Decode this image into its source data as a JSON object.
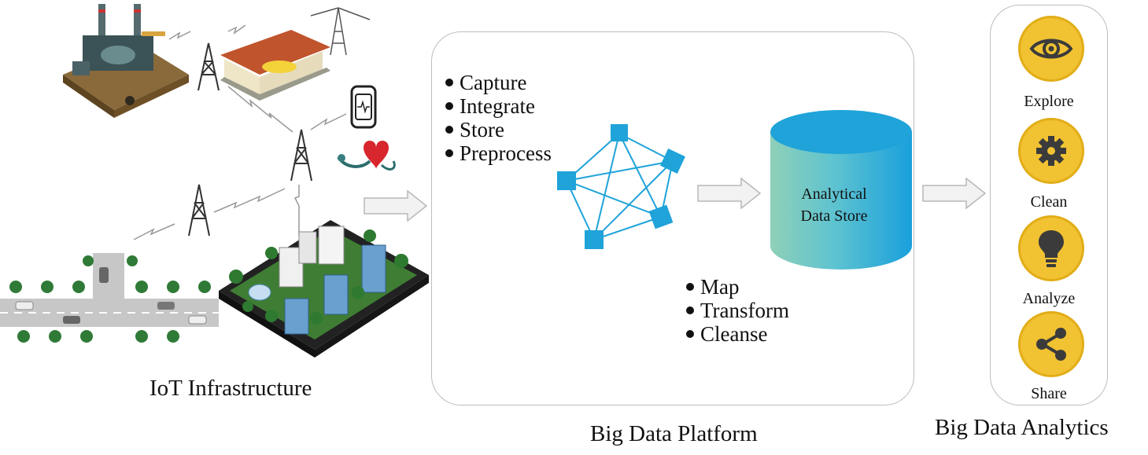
{
  "iot": {
    "caption": "IoT Infrastructure"
  },
  "platform": {
    "caption": "Big Data Platform",
    "ingest_steps": [
      "Capture",
      "Integrate",
      "Store",
      "Preprocess"
    ],
    "process_steps": [
      "Map",
      "Transform",
      "Cleanse"
    ],
    "store_label_line1": "Analytical",
    "store_label_line2": "Data Store"
  },
  "analytics": {
    "caption": "Big Data Analytics",
    "steps": [
      {
        "label": "Explore",
        "icon": "eye-icon"
      },
      {
        "label": "Clean",
        "icon": "gear-icon"
      },
      {
        "label": "Analyze",
        "icon": "lightbulb-icon"
      },
      {
        "label": "Share",
        "icon": "share-icon"
      }
    ]
  },
  "colors": {
    "accent_blue": "#1fa3d9",
    "analytics_yellow": "#f1c232",
    "arrow_fill": "#f2f2f2",
    "border_gray": "#bdbdbd"
  }
}
